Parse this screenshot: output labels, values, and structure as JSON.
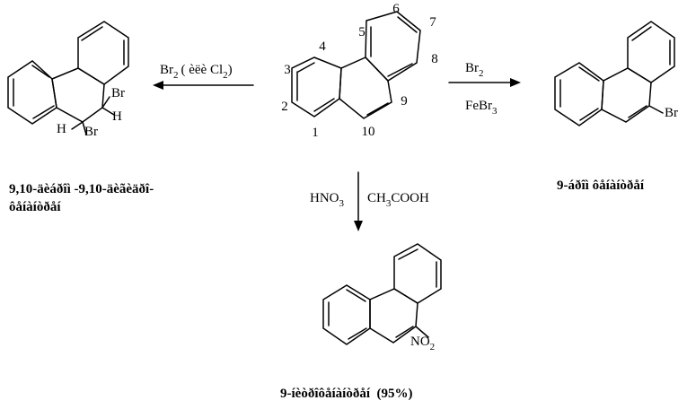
{
  "left_reaction": {
    "reagent_main": "Br",
    "reagent_sub": "2",
    "reagent_paren_text": "( èëè Cl",
    "reagent_paren_sub": "2",
    "reagent_paren_close": ")"
  },
  "right_reaction": {
    "reagent1_main": "Br",
    "reagent1_sub": "2",
    "reagent2_main": "FeBr",
    "reagent2_sub": "3"
  },
  "bottom_reaction": {
    "hno_main": "HNO",
    "hno_sub": "3",
    "acid_a": "CH",
    "acid_sub": "3",
    "acid_b": "COOH"
  },
  "phenanthrene_numbers": [
    "1",
    "2",
    "3",
    "4",
    "5",
    "6",
    "7",
    "8",
    "9",
    "10"
  ],
  "product_left": {
    "atom_br_top": "Br",
    "atom_h_right": "H",
    "atom_h_left": "H",
    "atom_br_bottom": "Br",
    "caption_line1": "9,10-äèáðîì -9,10-äèãèäðî-",
    "caption_line2": "ôåíàíòðåí"
  },
  "product_right": {
    "atom_br": "Br",
    "caption": "9-áðîì ôåíàíòðåí"
  },
  "product_bottom": {
    "group_main": "NO",
    "group_sub": "2",
    "caption": "9-íèòðîôåíàíòðåí  (95%)"
  }
}
